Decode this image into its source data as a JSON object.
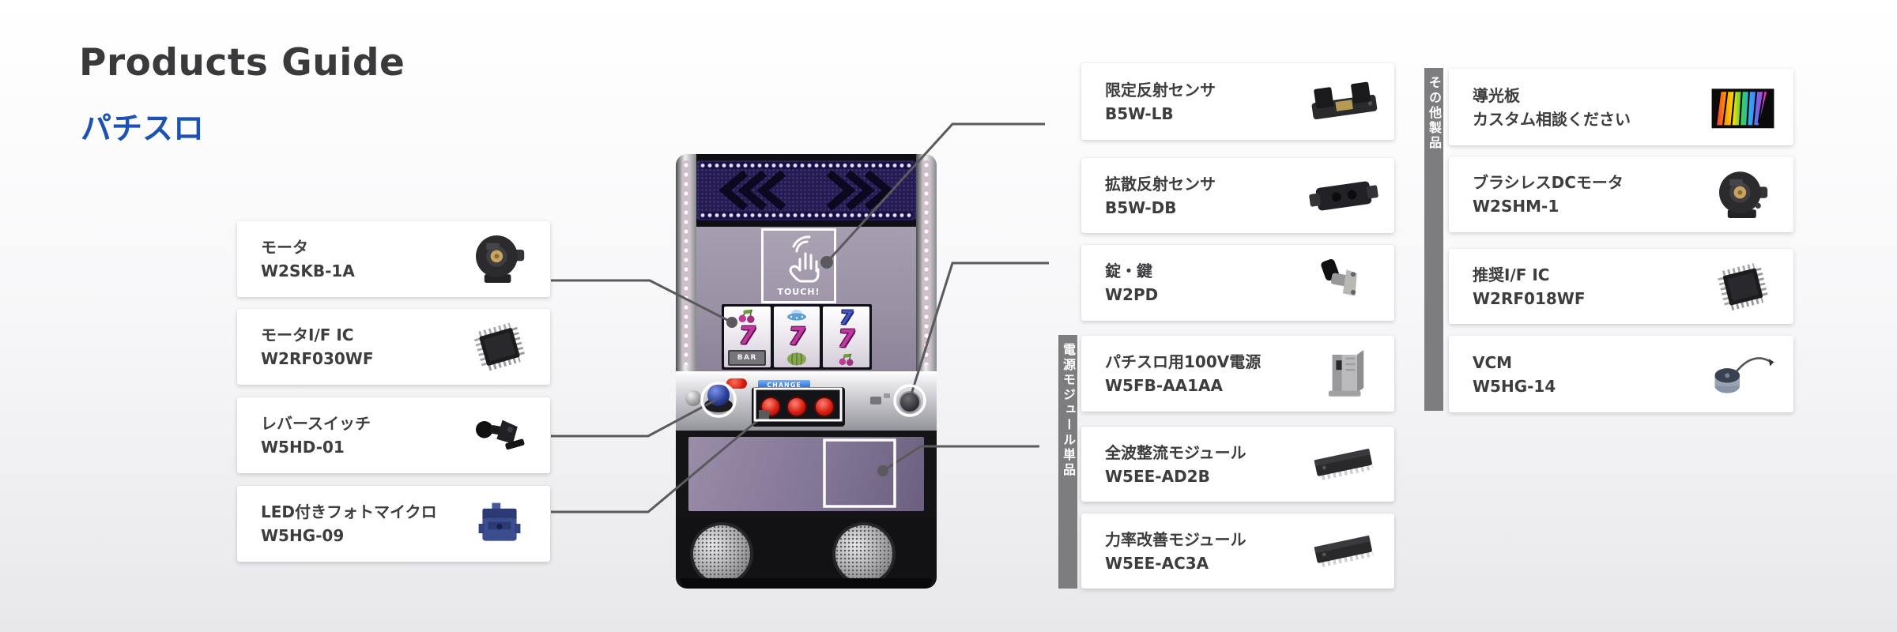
{
  "header": {
    "title": "Products Guide",
    "subtitle": "パチスロ"
  },
  "left_column": {
    "items": [
      {
        "name": "モータ",
        "model": "W2SKB-1A",
        "icon": "motor-icon"
      },
      {
        "name": "モータI/F IC",
        "model": "W2RF030WF",
        "icon": "ic-chip-icon"
      },
      {
        "name": "レバースイッチ",
        "model": "W5HD-01",
        "icon": "lever-switch-icon"
      },
      {
        "name": "LED付きフォトマイクロ",
        "model": "W5HG-09",
        "icon": "photomicro-sensor-icon"
      }
    ]
  },
  "middle_column": {
    "group_label": "電源モジュール単品",
    "items": [
      {
        "name": "限定反射センサ",
        "model": "B5W-LB",
        "icon": "limited-reflective-sensor-icon"
      },
      {
        "name": "拡散反射センサ",
        "model": "B5W-DB",
        "icon": "diffuse-reflective-sensor-icon"
      },
      {
        "name": "錠・鍵",
        "model": "W2PD",
        "icon": "lock-key-icon"
      },
      {
        "name": "パチスロ用100V電源",
        "model": "W5FB-AA1AA",
        "icon": "power-supply-icon"
      },
      {
        "name": "全波整流モジュール",
        "model": "W5EE-AD2B",
        "icon": "rectifier-module-icon"
      },
      {
        "name": "力率改善モジュール",
        "model": "W5EE-AC3A",
        "icon": "pfc-module-icon"
      }
    ]
  },
  "right_column": {
    "group_label": "その他製品",
    "items": [
      {
        "name": "導光板",
        "model": "カスタム相談ください",
        "icon": "light-guide-plate-icon"
      },
      {
        "name": "ブラシレスDCモータ",
        "model": "W2SHM-1",
        "icon": "brushless-motor-icon"
      },
      {
        "name": "推奨I/F IC",
        "model": "W2RF018WF",
        "icon": "ic-chip-icon"
      },
      {
        "name": "VCM",
        "model": "W5HG-14",
        "icon": "vcm-icon"
      }
    ]
  },
  "machine": {
    "touch_label": "TOUCH!",
    "bar_label": "BAR",
    "change_label": "CHANGE",
    "seven": "7"
  },
  "colors": {
    "subtitle_blue": "#1b52b4",
    "connector_gray": "#5a5a5c",
    "group_bar_gray": "#7d7d80",
    "card_text": "#3d3d3f"
  }
}
